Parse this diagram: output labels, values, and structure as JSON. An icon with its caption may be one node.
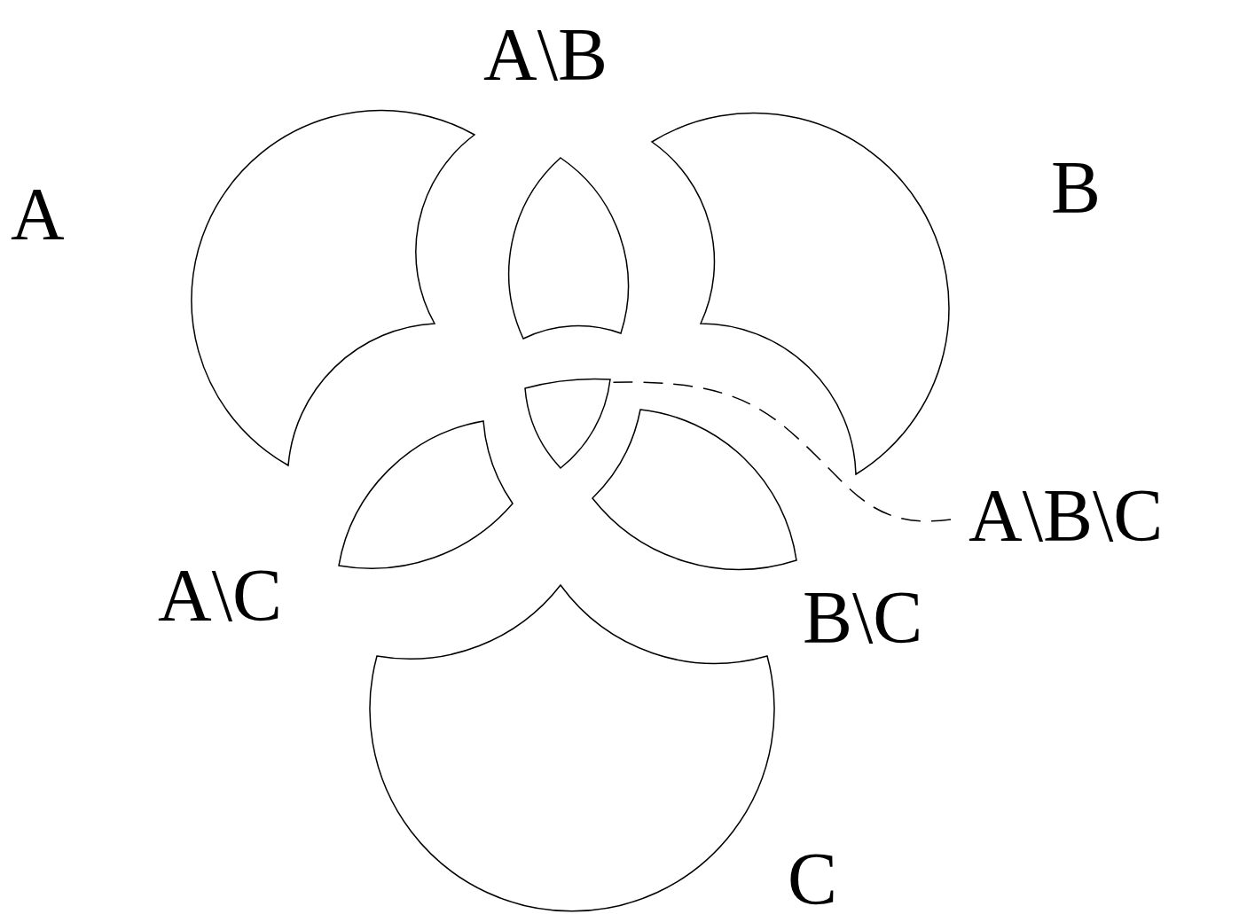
{
  "diagram": {
    "nodes": [
      {
        "text": [],
        "shape": "region",
        "beside": [
          "A"
        ]
      },
      {
        "text": [],
        "shape": "region"
      },
      {
        "text": [],
        "shape": "region",
        "beside": [
          "B"
        ]
      },
      {
        "text": [],
        "shape": "region"
      },
      {
        "text": [
          "A\\B\\C"
        ]
      },
      {
        "text": [],
        "shape": "region",
        "beside": [
          "A\\C"
        ]
      },
      {
        "text": [],
        "shape": "region",
        "beside": [
          "B\\C"
        ]
      },
      {
        "text": [],
        "shape": "region",
        "beside": [
          "C"
        ]
      }
    ],
    "edges": [
      {
        "from": 4,
        "to": 3,
        "arrow": "none",
        "style": "dashed"
      }
    ],
    "labels": [
      "A\\B"
    ]
  }
}
